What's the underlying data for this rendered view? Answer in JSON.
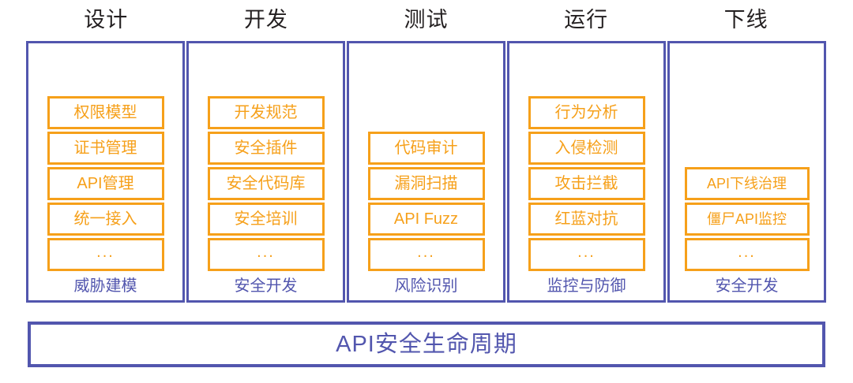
{
  "diagram": {
    "title": "API安全生命周期",
    "colors": {
      "frame_blue": "#5256ae",
      "item_orange": "#f6a01a",
      "header_text": "#231f20",
      "background": "#ffffff"
    },
    "columns": [
      {
        "header": "设计",
        "footer": "威胁建模",
        "items": [
          "权限模型",
          "证书管理",
          "API管理",
          "统一接入",
          "..."
        ]
      },
      {
        "header": "开发",
        "footer": "安全开发",
        "items": [
          "开发规范",
          "安全插件",
          "安全代码库",
          "安全培训",
          "..."
        ]
      },
      {
        "header": "测试",
        "footer": "风险识别",
        "items": [
          "代码审计",
          "漏洞扫描",
          "API Fuzz",
          "..."
        ]
      },
      {
        "header": "运行",
        "footer": "监控与防御",
        "items": [
          "行为分析",
          "入侵检测",
          "攻击拦截",
          "红蓝对抗",
          "..."
        ]
      },
      {
        "header": "下线",
        "footer": "安全开发",
        "items": [
          "API下线治理",
          "僵尸API监控",
          "..."
        ]
      }
    ]
  }
}
